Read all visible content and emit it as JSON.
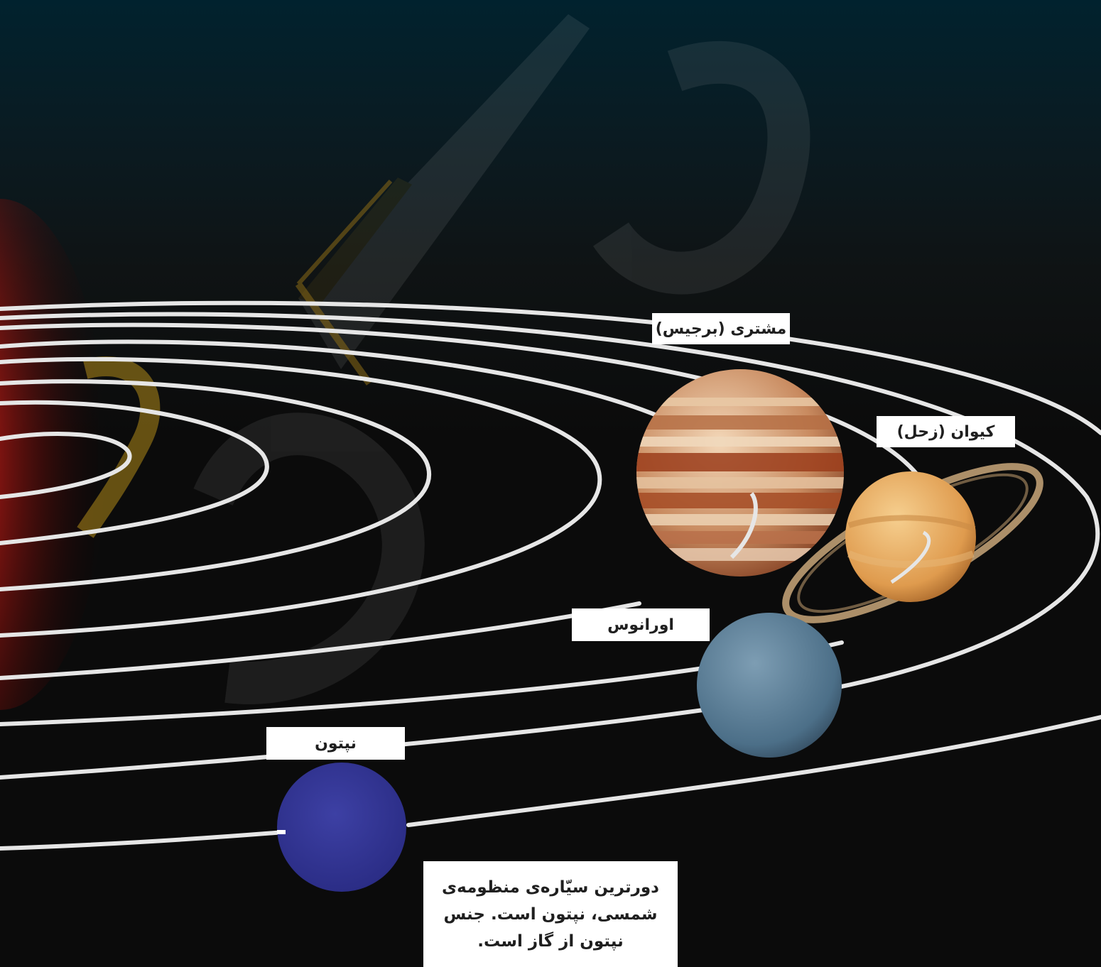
{
  "labels": {
    "jupiter": "مشتری (برجیس)",
    "saturn": "کیوان (زحل)",
    "uranus": "اورانوس",
    "neptune": "نپتون"
  },
  "caption": "دورترین سیّاره‌ی منظومه‌ی شمسی، نپتون است. جنس نپتون از گاز است.",
  "colors": {
    "sky_top": "#01222e",
    "space": "#0b0b0b",
    "sun": "#ff2a1a",
    "orbit": "#e8e8e8",
    "jupiter": "#c6835a",
    "saturn": "#e3a35c",
    "uranus": "#557a93",
    "neptune": "#2d2f8c",
    "watermark": "#b08a1a"
  }
}
